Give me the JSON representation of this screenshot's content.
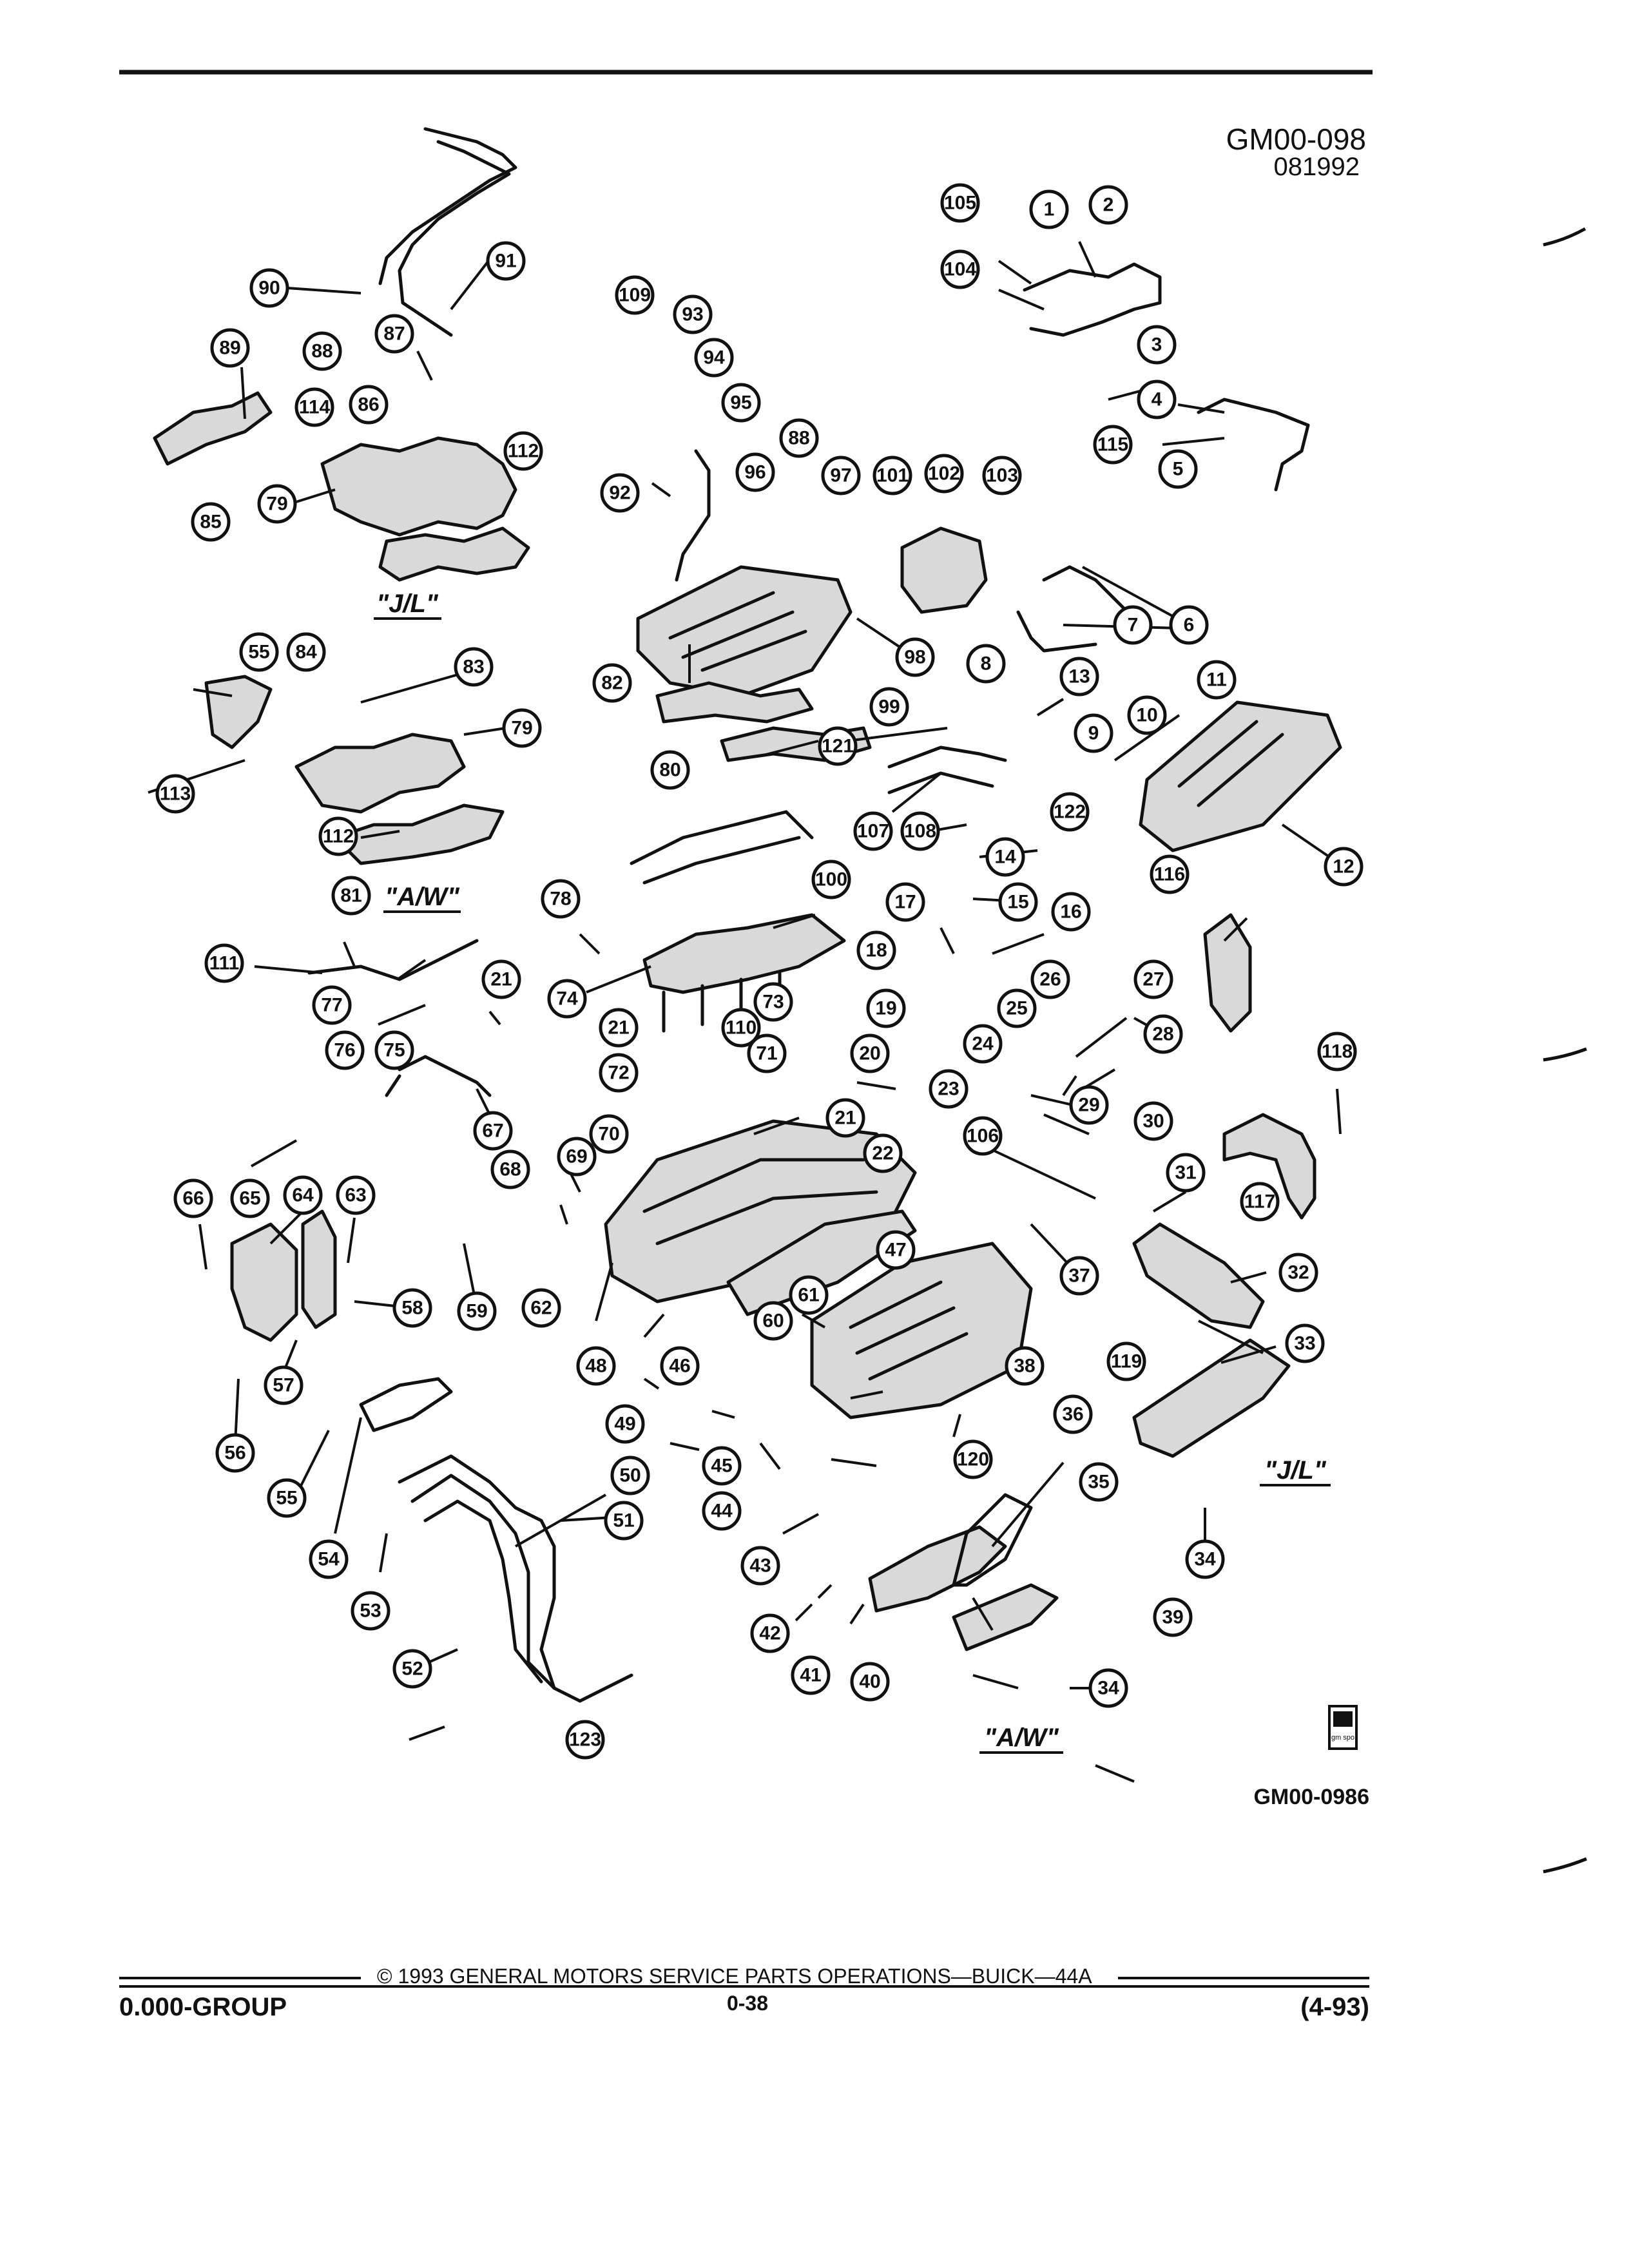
{
  "header": {
    "code": "GM00-098",
    "date": "081992"
  },
  "variants": [
    "\"J/L\"",
    "\"A/W\""
  ],
  "figure_id": "GM00-0986",
  "logo": {
    "text": "gm spo",
    "icon": "gm-spo-logo-icon"
  },
  "footer": {
    "copyright": "© 1993 GENERAL MOTORS SERVICE PARTS OPERATIONS—BUICK—44A",
    "group": "0.000-GROUP",
    "page": "0-38",
    "revision": "(4-93)"
  },
  "callouts": [
    "1",
    "2",
    "3",
    "4",
    "5",
    "6",
    "7",
    "8",
    "9",
    "10",
    "11",
    "12",
    "13",
    "14",
    "15",
    "16",
    "17",
    "18",
    "19",
    "20",
    "21",
    "21",
    "21",
    "22",
    "23",
    "24",
    "25",
    "26",
    "27",
    "28",
    "29",
    "30",
    "31",
    "32",
    "33",
    "34",
    "34",
    "35",
    "36",
    "37",
    "38",
    "39",
    "40",
    "41",
    "42",
    "43",
    "44",
    "45",
    "46",
    "47",
    "48",
    "49",
    "50",
    "51",
    "52",
    "53",
    "54",
    "55",
    "55",
    "56",
    "57",
    "58",
    "59",
    "60",
    "61",
    "62",
    "63",
    "64",
    "65",
    "66",
    "67",
    "68",
    "69",
    "70",
    "71",
    "72",
    "73",
    "74",
    "75",
    "76",
    "77",
    "78",
    "79",
    "79",
    "80",
    "81",
    "82",
    "83",
    "84",
    "85",
    "86",
    "87",
    "88",
    "88",
    "89",
    "90",
    "91",
    "92",
    "93",
    "94",
    "95",
    "96",
    "97",
    "98",
    "99",
    "100",
    "101",
    "102",
    "103",
    "104",
    "105",
    "106",
    "107",
    "108",
    "109",
    "110",
    "111",
    "112",
    "112",
    "113",
    "114",
    "115",
    "116",
    "117",
    "118",
    "119",
    "120",
    "121",
    "122",
    "123"
  ]
}
